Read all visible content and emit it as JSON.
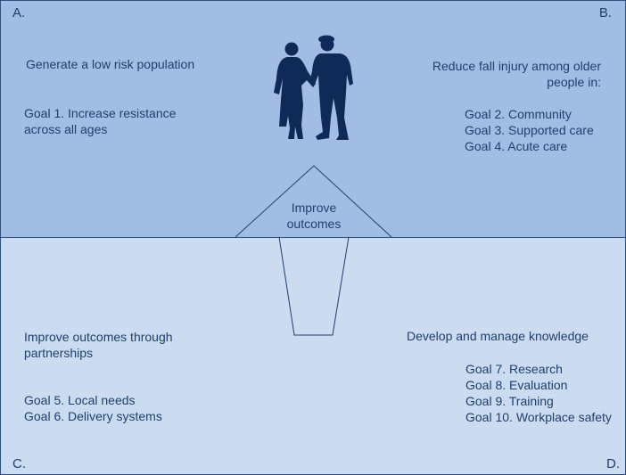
{
  "colors": {
    "top_fill": "#a2bde3",
    "bottom_fill": "#cbdbf0",
    "border": "#2f4f7f",
    "text": "#1f3f6e",
    "silhouette": "#0f2a57"
  },
  "quadrants": {
    "a": {
      "label": "A.",
      "heading": "Generate a low risk population",
      "goals": [
        "Goal 1. Increase resistance",
        "across all ages"
      ]
    },
    "b": {
      "label": "B.",
      "heading_line1": "Reduce fall injury among older",
      "heading_line2": "people in:",
      "goals": [
        "Goal 2. Community",
        "Goal 3. Supported care",
        "Goal 4. Acute care"
      ]
    },
    "c": {
      "label": "C.",
      "heading_line1": "Improve outcomes through",
      "heading_line2": "partnerships",
      "goals": [
        "Goal 5. Local needs",
        "Goal 6. Delivery systems"
      ]
    },
    "d": {
      "label": "D.",
      "heading": "Develop and manage knowledge",
      "goals": [
        "Goal 7. Research",
        "Goal 8. Evaluation",
        "Goal 9. Training",
        "Goal 10. Workplace safety"
      ]
    }
  },
  "center": {
    "line1": "Improve",
    "line2": "outcomes"
  },
  "figure_icon": "elderly-couple-silhouette-icon"
}
